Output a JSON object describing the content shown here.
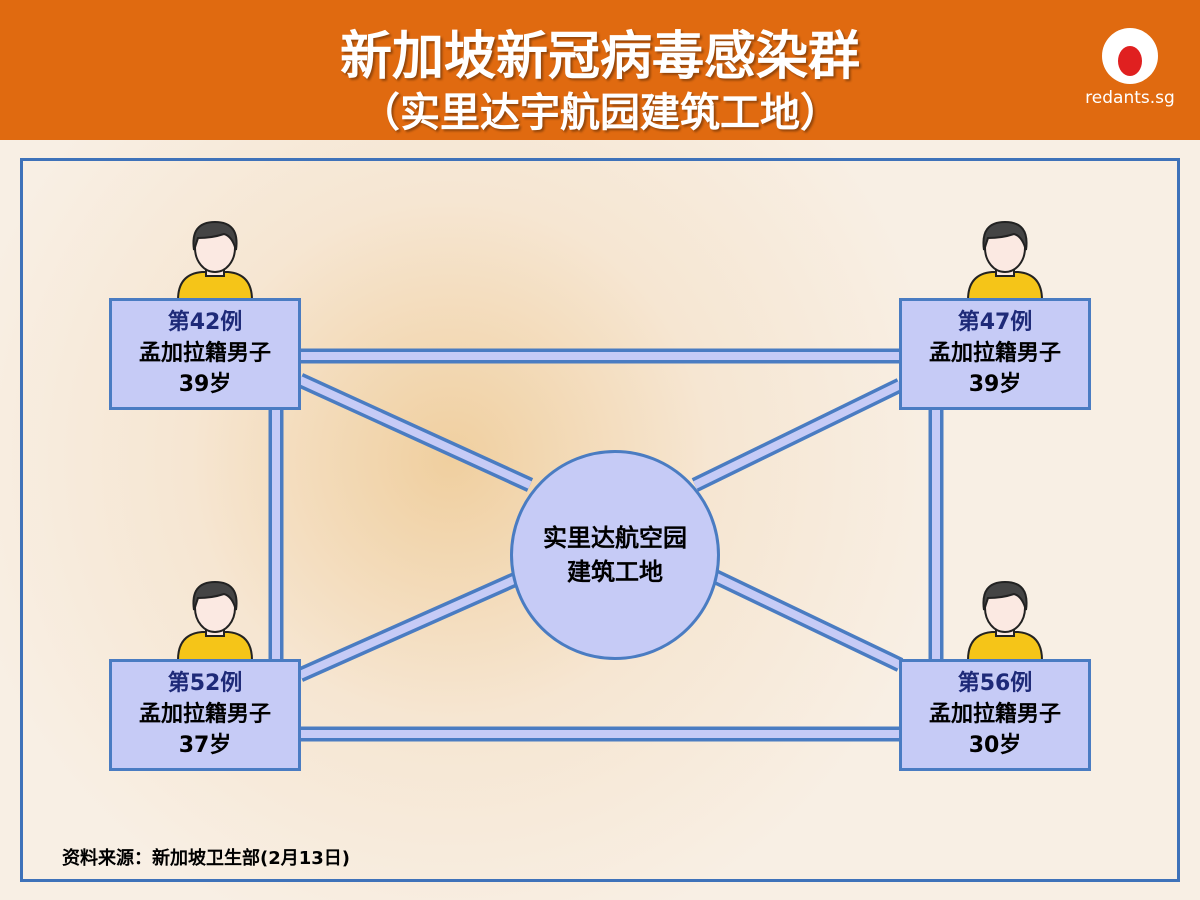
{
  "header": {
    "title": "新加坡新冠病毒感染群",
    "subtitle": "（实里达宇航园建筑工地）",
    "logo_text": "redants.sg"
  },
  "center": {
    "line1": "实里达航空园",
    "line2": "建筑工地"
  },
  "cases": [
    {
      "case": "第42例",
      "desc": "孟加拉籍男子",
      "age": "39岁"
    },
    {
      "case": "第47例",
      "desc": "孟加拉籍男子",
      "age": "39岁"
    },
    {
      "case": "第52例",
      "desc": "孟加拉籍男子",
      "age": "37岁"
    },
    {
      "case": "第56例",
      "desc": "孟加拉籍男子",
      "age": "30岁"
    }
  ],
  "source": "资料来源：新加坡卫生部(2月13日)",
  "colors": {
    "header": "#e06a10",
    "box_fill": "#c6cbf6",
    "line": "#4a7cc2"
  }
}
